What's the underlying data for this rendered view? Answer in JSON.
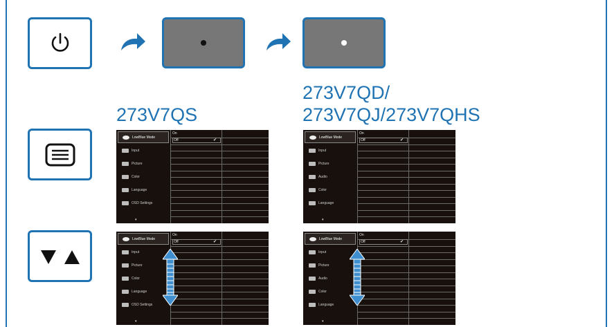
{
  "steps": [
    {
      "key": "power",
      "icon": "power-icon"
    },
    {
      "key": "menu",
      "icon": "menu-icon"
    },
    {
      "key": "navigate",
      "icon": "down-up-arrows-icon"
    }
  ],
  "models": {
    "left": "273V7QS",
    "right_line1": "273V7QD/",
    "right_line2": "273V7QJ/273V7QHS"
  },
  "osd_left": {
    "items": [
      "LowBlue Mode",
      "Input",
      "Picture",
      "Color",
      "Language",
      "OSD Settings"
    ],
    "options": [
      "On",
      "Off"
    ],
    "scroll": "▾"
  },
  "osd_right": {
    "items": [
      "LowBlue Mode",
      "Input",
      "Picture",
      "Audio",
      "Color",
      "Language"
    ],
    "options": [
      "On",
      "Off"
    ],
    "scroll": "▾"
  },
  "colors": {
    "accent": "#1f73b3",
    "screen": "#777777",
    "osd_bg": "#17100d"
  }
}
